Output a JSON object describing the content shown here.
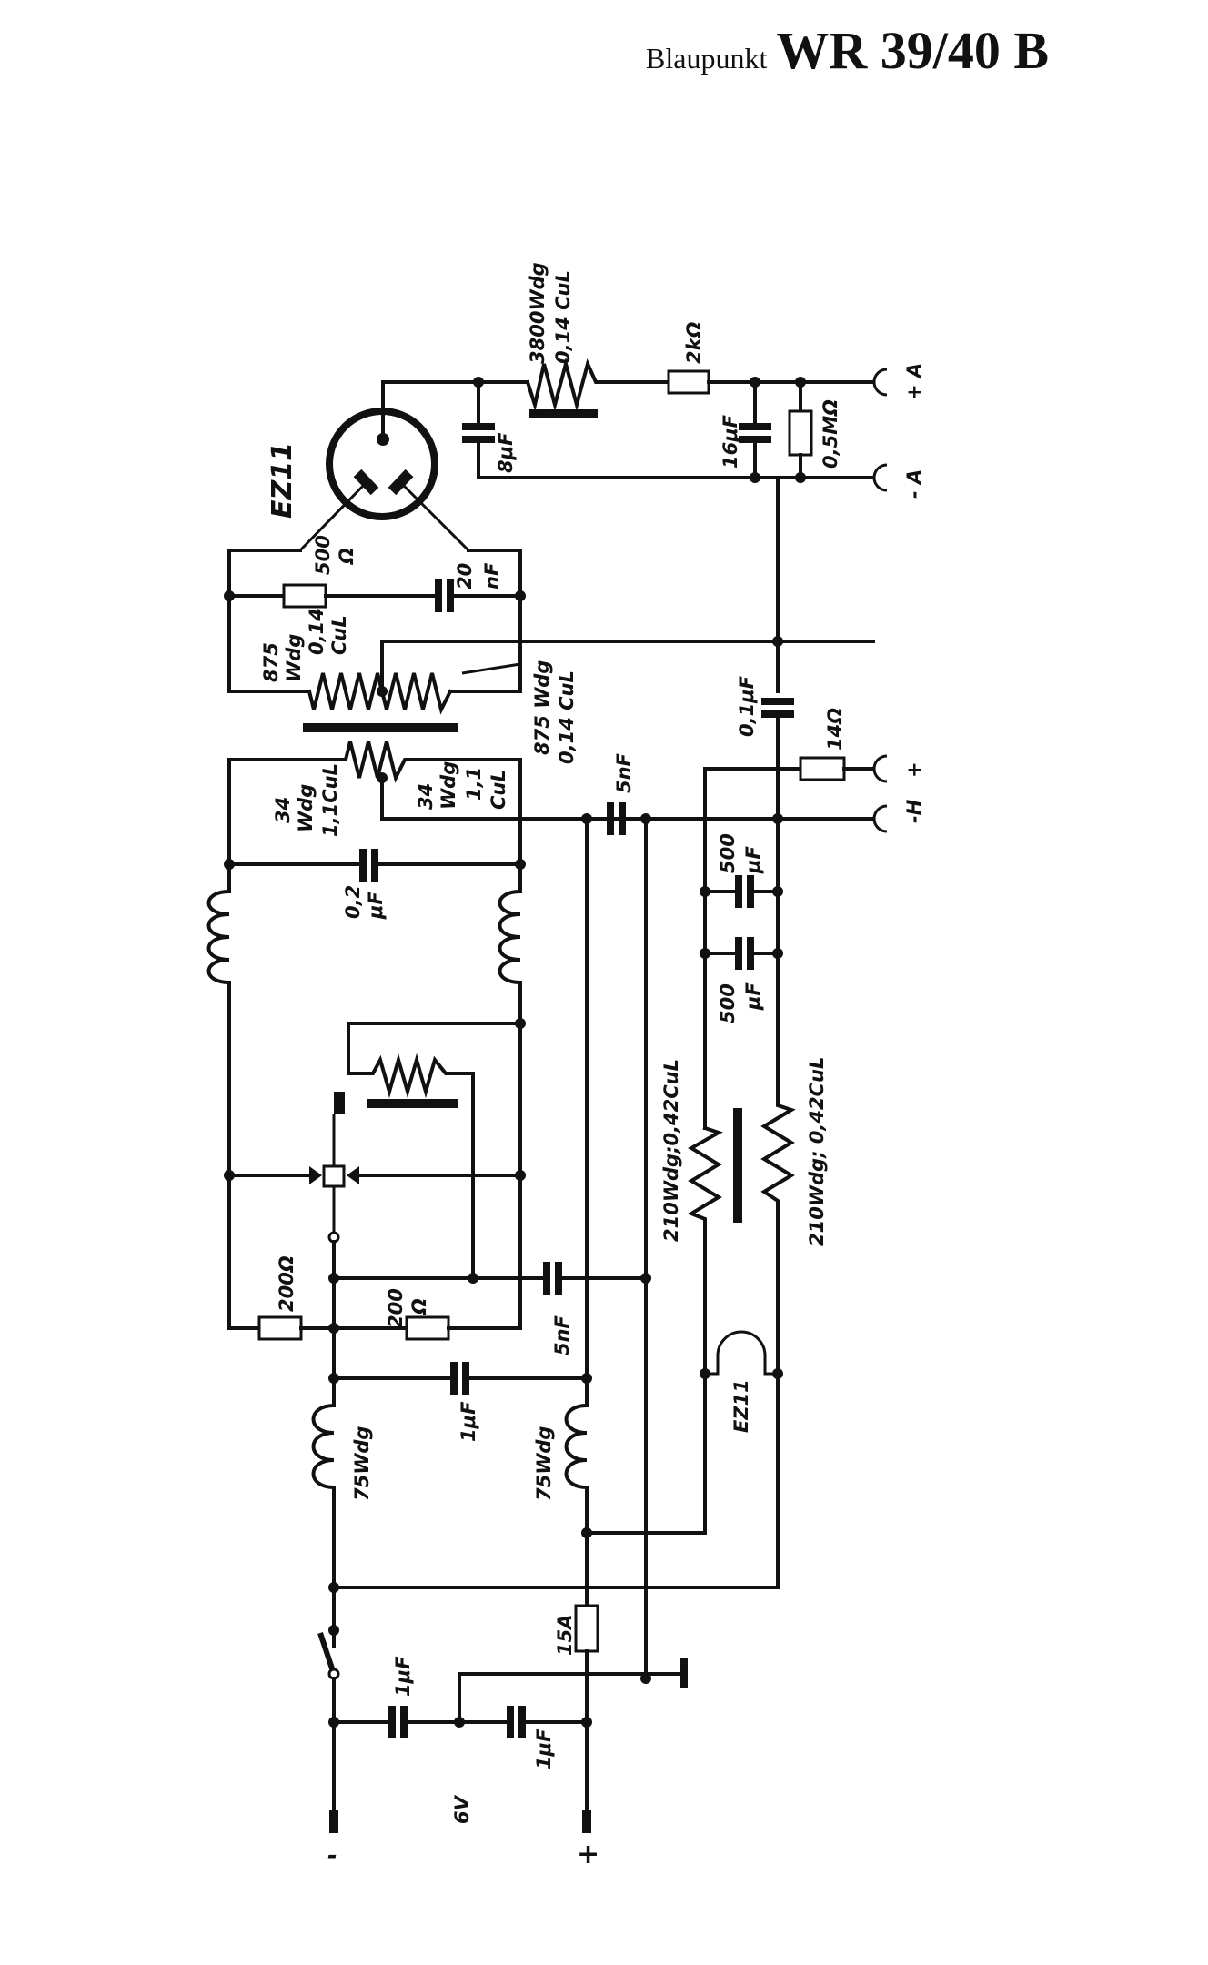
{
  "title": {
    "brand": "Blaupunkt",
    "model": "WR 39/40 B"
  },
  "labels": {
    "tube_top": "EZ11",
    "tube_bottom": "EZ11",
    "choke_top_1": "3800Wdg",
    "choke_top_2": "0,14 CuL",
    "r_2k": "2kΩ",
    "c_8uf": "8μF",
    "c_16uf": "16μF",
    "r_05m": "0,5MΩ",
    "out_plus_a": "+ A",
    "out_minus_a": "- A",
    "r_500": "500",
    "r_500_unit": "Ω",
    "c_20nf": "20",
    "c_20nf_unit": "nF",
    "sec_left_1": "875",
    "sec_left_2": "Wdg",
    "sec_left_3": "0,14",
    "sec_left_4": "CuL",
    "sec_right_1": "875 Wdg",
    "sec_right_2": "0,14 CuL",
    "c_01uf": "0,1μF",
    "r_14": "14Ω",
    "out_plus_h": "+",
    "out_minus_h": "-H",
    "prim_left_1": "34",
    "prim_left_2": "Wdg",
    "prim_left_3": "1,1CuL",
    "prim_right_1": "34",
    "prim_right_2": "Wdg",
    "prim_right_3": "1,1",
    "prim_right_4": "CuL",
    "c_5nf_top": "5nF",
    "c_02uf_1": "0,2",
    "c_02uf_2": "μF",
    "c_500uf_a1": "500",
    "c_500uf_a2": "μF",
    "c_500uf_b1": "500",
    "c_500uf_b2": "μF",
    "hf_choke_left": "210Wdg;0,42CuL",
    "hf_choke_right": "210Wdg; 0,42CuL",
    "r_200_left": "200Ω",
    "r_200_mid_1": "200",
    "r_200_mid_2": "Ω",
    "c_5nf_mid": "5nF",
    "coil_left": "75Wdg",
    "coil_right": "75Wdg",
    "c_1uf_mid": "1μF",
    "fuse": "15A",
    "c_1uf_a": "1μF",
    "c_1uf_b": "1μF",
    "supply": "6V",
    "term_minus": "-",
    "term_plus": "+"
  }
}
